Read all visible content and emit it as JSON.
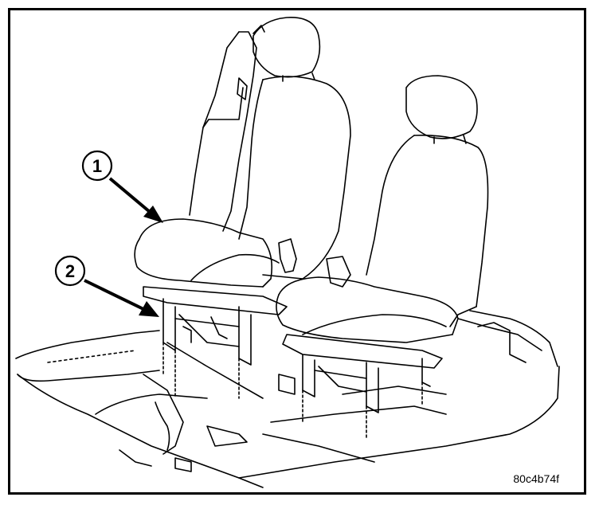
{
  "callouts": [
    {
      "label": "1",
      "part": "seat"
    },
    {
      "label": "2",
      "part": "seat-riser-mount"
    }
  ],
  "figure_code": "80c4b74f",
  "colors": {
    "line": "#000000",
    "background": "#ffffff"
  }
}
